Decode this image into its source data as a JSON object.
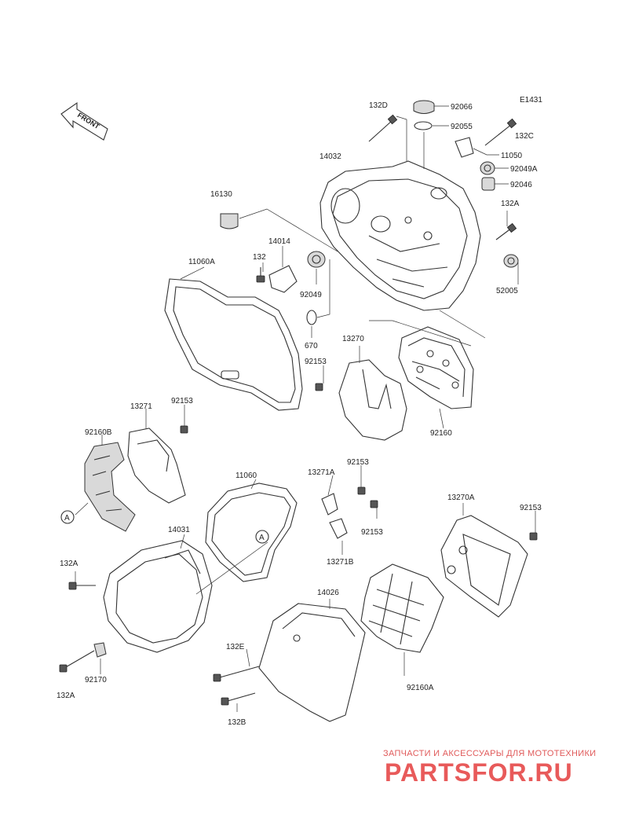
{
  "diagram_code": "E1431",
  "front_label": "FRONT",
  "callouts": [
    "A",
    "A"
  ],
  "labels": {
    "l_132D": "132D",
    "l_92066": "92066",
    "l_92055": "92055",
    "l_132C": "132C",
    "l_11050": "11050",
    "l_92049A": "92049A",
    "l_92046": "92046",
    "l_14032": "14032",
    "l_16130": "16130",
    "l_132A_top": "132A",
    "l_14014": "14014",
    "l_11060A": "11060A",
    "l_132": "132",
    "l_52005": "52005",
    "l_92049": "92049",
    "l_670": "670",
    "l_13270": "13270",
    "l_92153_a": "92153",
    "l_13271": "13271",
    "l_92153_b": "92153",
    "l_92160": "92160",
    "l_92160B": "92160B",
    "l_11060": "11060",
    "l_92153_c": "92153",
    "l_13271A": "13271A",
    "l_13270A": "13270A",
    "l_92153_d": "92153",
    "l_14031": "14031",
    "l_92153_e": "92153",
    "l_13271B": "13271B",
    "l_132A_left": "132A",
    "l_14026": "14026",
    "l_132E": "132E",
    "l_92170": "92170",
    "l_132A_bottom": "132A",
    "l_92160A": "92160A",
    "l_132B": "132B"
  },
  "watermark": {
    "tagline": "ЗАПЧАСТИ И АКСЕССУАРЫ ДЛЯ МОТОТЕХНИКИ",
    "logo": "PARTSFOR.RU"
  }
}
